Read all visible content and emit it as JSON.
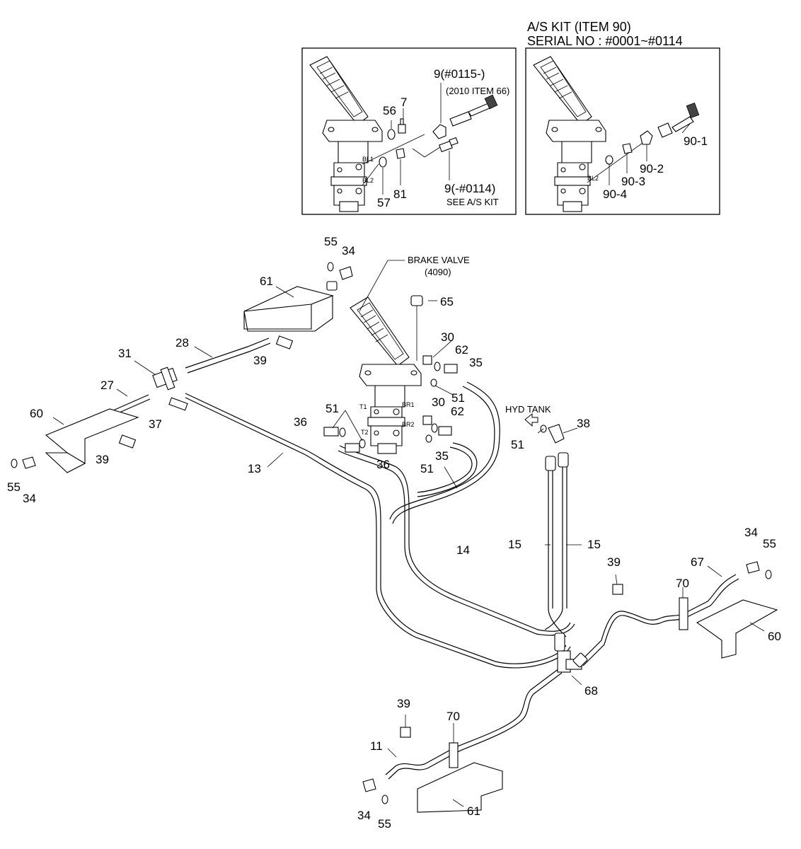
{
  "kit_header": {
    "line1": "A/S KIT (ITEM 90)",
    "line2": "SERIAL NO : #0001~#0114"
  },
  "inset_left": {
    "labels": {
      "p9_new": "9(#0115-)",
      "item66": "(2010 ITEM 66)",
      "p56": "56",
      "p7": "7",
      "p57": "57",
      "p81": "81",
      "p9_old": "9(-#0114)",
      "see_kit": "SEE A/S KIT",
      "bl1": "BL1",
      "bl2": "BL2"
    }
  },
  "inset_right": {
    "labels": {
      "p90_1": "90-1",
      "p90_2": "90-2",
      "p90_3": "90-3",
      "p90_4": "90-4",
      "bl2": "BL2"
    }
  },
  "main": {
    "brake_valve": {
      "line1": "BRAKE VALVE",
      "line2": "(4090)"
    },
    "hyd_tank": "HYD  TANK",
    "ports": {
      "t1": "T1",
      "t2": "T2",
      "br1": "BR1",
      "br2": "BR2"
    },
    "callouts": {
      "c55_top": "55",
      "c34_top": "34",
      "c61_top": "61",
      "c28": "28",
      "c39_top": "39",
      "c31": "31",
      "c27": "27",
      "c60_left": "60",
      "c37": "37",
      "c39_left": "39",
      "c55_left": "55",
      "c34_left": "34",
      "c13": "13",
      "c65": "65",
      "c30_a": "30",
      "c62_a": "62",
      "c35_a": "35",
      "c51_a": "51",
      "c51_b": "51",
      "c36_a": "36",
      "c30_b": "30",
      "c62_b": "62",
      "c36_b": "36",
      "c51_c": "51",
      "c35_b": "35",
      "c51_d": "51",
      "c38": "38",
      "c14": "14",
      "c15_a": "15",
      "c15_b": "15",
      "c39_right": "39",
      "c34_right": "34",
      "c55_right": "55",
      "c67": "67",
      "c70_right": "70",
      "c60_right": "60",
      "c68": "68",
      "c39_bottom": "39",
      "c70_bottom": "70",
      "c11": "11",
      "c34_bottom": "34",
      "c55_bottom": "55",
      "c61_bottom": "61"
    }
  }
}
